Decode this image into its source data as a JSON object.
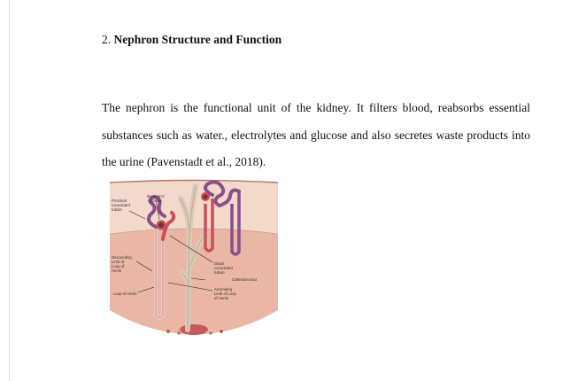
{
  "document": {
    "section_number": "2.",
    "section_title": "Nephron Structure and Function",
    "paragraph": "The nephron is the functional unit of the kidney. It filters blood, reabsorbs essential substances such as water., electrolytes and glucose and also secretes waste products into the urine (Pavenstadt et al., 2018)."
  },
  "figure": {
    "icon": "nephron-diagram",
    "labels": {
      "proximal_1": "Proximal",
      "proximal_2": "convoluted",
      "proximal_3": "tubule",
      "bowman_1": "Bowman's",
      "bowman_2": "capsule",
      "descending_1": "Descending",
      "descending_2": "Limb of",
      "descending_3": "Loop of",
      "descending_4": "Henle",
      "loop": "Loop of Henle",
      "distal_1": "Distal",
      "distal_2": "convoluted",
      "distal_3": "tubule",
      "collection": "Collection duct",
      "ascending_1": "Ascending",
      "ascending_2": "Limb of Loop",
      "ascending_3": "of Henle"
    },
    "colors": {
      "cortex": "#f3d8cc",
      "medulla": "#eab7a4",
      "tubule_red": "#c8505a",
      "tubule_purple": "#8a4e8c",
      "duct": "#d9c9b8"
    }
  }
}
